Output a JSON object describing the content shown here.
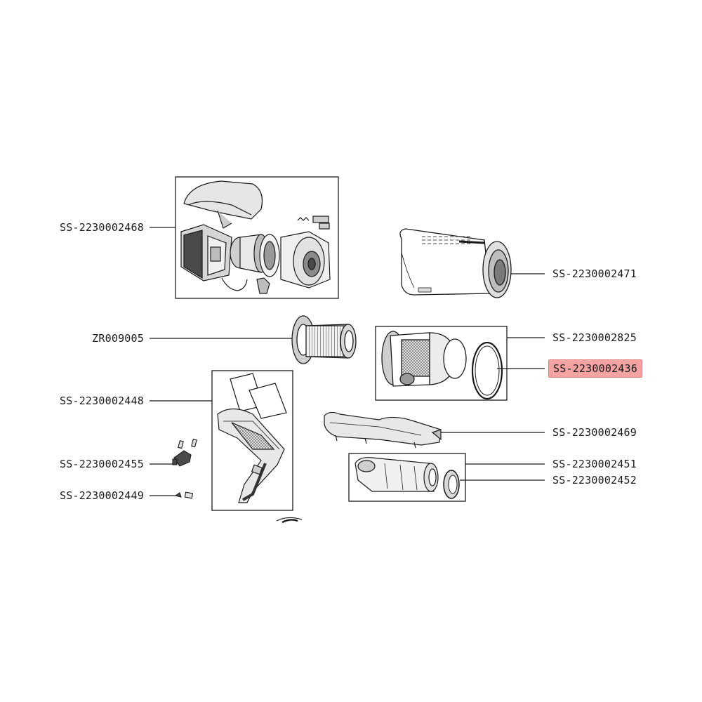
{
  "labels": {
    "p2468": "SS-2230002468",
    "p2471": "SS-2230002471",
    "zr9005": "ZR009005",
    "p2825": "SS-2230002825",
    "p2436": "SS-2230002436",
    "p2448": "SS-2230002448",
    "p2469": "SS-2230002469",
    "p2455": "SS-2230002455",
    "p2451": "SS-2230002451",
    "p2452": "SS-2230002452",
    "p2449": "SS-2230002449"
  },
  "highlight": {
    "part": "SS-2230002436",
    "color": "#f4a3a3",
    "border": "#e07b7b"
  },
  "colors": {
    "line": "#1a1a1a",
    "fill_light": "#e6e6e6",
    "fill_mid": "#bdbdbd",
    "fill_dark": "#4a4a4a"
  }
}
